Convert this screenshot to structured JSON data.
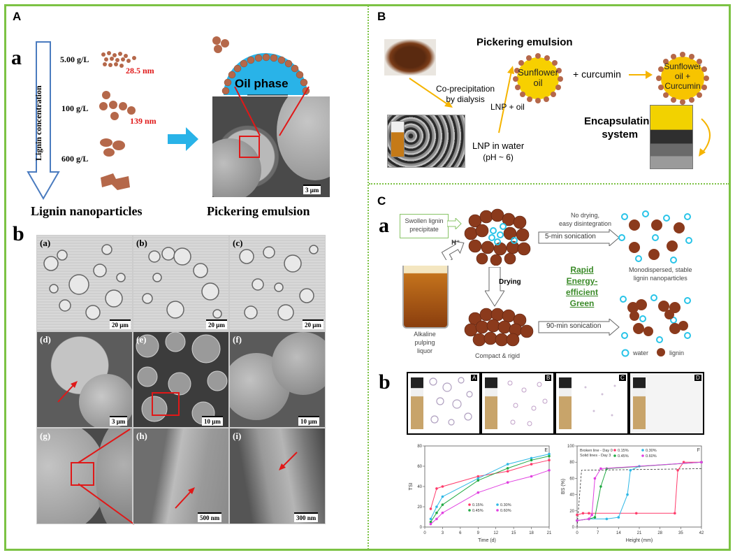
{
  "panels": {
    "A": {
      "letter": "A",
      "sub_a": "a",
      "sub_b": "b",
      "axis_label": "Lignin concentration",
      "concentrations": [
        "5.00 g/L",
        "100 g/L",
        "600 g/L"
      ],
      "sizes": [
        "28.5 nm",
        "139 nm"
      ],
      "oil_phase": "Oil phase",
      "sem_scale": "3 μm",
      "caption_left": "Lignin nanoparticles",
      "caption_right": "Pickering emulsion",
      "grid": [
        {
          "label": "(a)",
          "scale": "20 μm"
        },
        {
          "label": "(b)",
          "scale": "20 μm"
        },
        {
          "label": "(c)",
          "scale": "20 μm"
        },
        {
          "label": "(d)",
          "scale": "3 μm"
        },
        {
          "label": "(e)",
          "scale": "10 μm"
        },
        {
          "label": "(f)",
          "scale": "10 μm"
        },
        {
          "label": "(g)",
          "scale": ""
        },
        {
          "label": "(h)",
          "scale": "500 nm"
        },
        {
          "label": "(i)",
          "scale": "300 nm"
        }
      ]
    },
    "B": {
      "letter": "B",
      "title": "Pickering emulsion",
      "coprecip_line1": "Co-precipitation",
      "coprecip_line2": "by dialysis",
      "lnp_oil": "LNP + oil",
      "lnp_water_line1": "LNP in water",
      "lnp_water_line2": "(pH ~ 6)",
      "sunflower_line1": "Sunflower",
      "sunflower_line2": "oil",
      "curcumin": "+ curcumin",
      "combo_line1": "Sunflower",
      "combo_line2": "oil +",
      "combo_line3": "Curcumin",
      "encap_line1": "Encapsulating",
      "encap_line2": "system"
    },
    "C": {
      "letter": "C",
      "sub_a": "a",
      "sub_b": "b",
      "swollen_line1": "Swollen lignin",
      "swollen_line2": "precipitate",
      "no_drying_line1": "No drying,",
      "no_drying_line2": "easy disintegration",
      "sonic5": "5-min sonication",
      "mono_line1": "Monodispersed, stable",
      "mono_line2": "lignin nanoparticles",
      "h_plus": "H⁺",
      "drying": "Drying",
      "rapid": "Rapid",
      "energy": "Energy-efficient",
      "green": "Green",
      "alkaline_line1": "Alkaline",
      "alkaline_line2": "pulping",
      "alkaline_line3": "liquor",
      "compact": "Compact & rigid",
      "sonic90": "90-min sonication",
      "legend_water": "water",
      "legend_lignin": "lignin",
      "vial_labels": [
        "A",
        "B",
        "C",
        "D"
      ]
    }
  },
  "chart_data": [
    {
      "type": "line",
      "panel": "E",
      "xlabel": "Time (d)",
      "ylabel": "TSI",
      "xlim": [
        0,
        21
      ],
      "ylim": [
        0,
        80
      ],
      "xticks": [
        0,
        3,
        6,
        9,
        12,
        15,
        18,
        21
      ],
      "yticks": [
        0,
        20,
        40,
        60,
        80
      ],
      "legend": "bottom-center",
      "x": [
        1,
        2,
        3,
        9,
        14,
        18,
        21
      ],
      "series": [
        {
          "name": "0.15%",
          "color": "#ff3b6b",
          "values": [
            18,
            38,
            40,
            50,
            55,
            62,
            66
          ]
        },
        {
          "name": "0.30%",
          "color": "#2eb8e6",
          "values": [
            8,
            20,
            30,
            48,
            62,
            68,
            72
          ]
        },
        {
          "name": "0.45%",
          "color": "#22aa44",
          "values": [
            5,
            14,
            22,
            46,
            58,
            66,
            70
          ]
        },
        {
          "name": "0.60%",
          "color": "#e040e0",
          "values": [
            3,
            8,
            14,
            34,
            44,
            50,
            56
          ]
        }
      ]
    },
    {
      "type": "line",
      "panel": "F",
      "xlabel": "Height (mm)",
      "ylabel": "BS (%)",
      "xlim": [
        0,
        42
      ],
      "ylim": [
        0,
        100
      ],
      "xticks": [
        0,
        7,
        14,
        21,
        28,
        35,
        42
      ],
      "yticks": [
        0,
        20,
        40,
        60,
        80,
        100
      ],
      "legend": "top-center",
      "notes": [
        "Broken line - Day 0",
        "Solid lines - Day 3"
      ],
      "series": [
        {
          "name": "0.15%",
          "color": "#ff3b6b",
          "x": [
            0,
            2,
            4,
            20,
            33,
            34,
            36,
            42
          ],
          "values": [
            15,
            17,
            17,
            17,
            17,
            70,
            80,
            80
          ]
        },
        {
          "name": "0.30%",
          "color": "#2eb8e6",
          "x": [
            0,
            4,
            10,
            14,
            17,
            18,
            21,
            42
          ],
          "values": [
            8,
            10,
            10,
            12,
            40,
            70,
            75,
            80
          ]
        },
        {
          "name": "0.45%",
          "color": "#22aa44",
          "x": [
            0,
            4,
            6,
            8,
            10,
            42
          ],
          "values": [
            8,
            10,
            12,
            50,
            72,
            80
          ]
        },
        {
          "name": "0.60%",
          "color": "#e040e0",
          "x": [
            0,
            4,
            5,
            6,
            8,
            42
          ],
          "values": [
            8,
            10,
            15,
            60,
            72,
            80
          ]
        }
      ]
    }
  ]
}
